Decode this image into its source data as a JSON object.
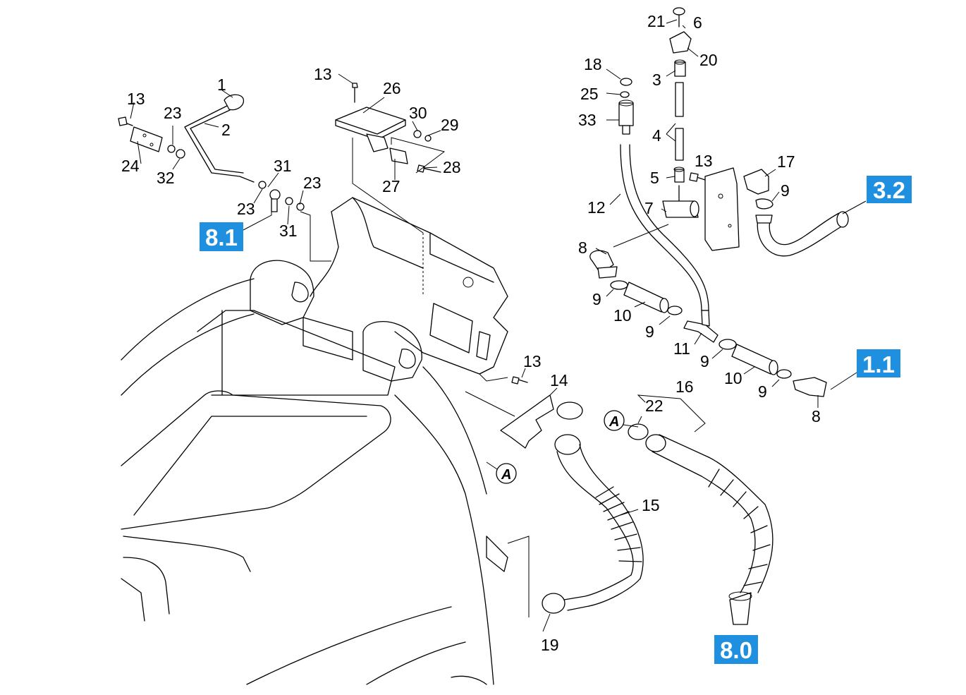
{
  "part_numbers": [
    "1",
    "2",
    "3",
    "4",
    "5",
    "6",
    "7",
    "8",
    "9",
    "10",
    "11",
    "12",
    "13",
    "14",
    "15",
    "16",
    "17",
    "18",
    "19",
    "20",
    "21",
    "22",
    "23",
    "24",
    "25",
    "26",
    "27",
    "28",
    "29",
    "30",
    "31",
    "32",
    "33"
  ],
  "labels": {
    "l1": "1",
    "l2": "2",
    "l13a": "13",
    "l23a": "23",
    "l24": "24",
    "l32": "32",
    "l31a": "31",
    "l23b": "23",
    "l23c": "23",
    "l31b": "31",
    "l13b": "13",
    "l26": "26",
    "l30": "30",
    "l29": "29",
    "l28": "28",
    "l27": "27",
    "l21": "21",
    "l6": "6",
    "l20": "20",
    "l3": "3",
    "l4": "4",
    "l5": "5",
    "l18": "18",
    "l25": "25",
    "l33": "33",
    "l12": "12",
    "l7": "7",
    "l13c": "13",
    "l17": "17",
    "l9a": "9",
    "l8a": "8",
    "l9b": "9",
    "l10a": "10",
    "l9c": "9",
    "l11": "11",
    "l9d": "9",
    "l10b": "10",
    "l9e": "9",
    "l8b": "8",
    "l13d": "13",
    "l14": "14",
    "l16": "16",
    "l22": "22",
    "l15": "15",
    "l19": "19"
  },
  "section_tags": {
    "t81": "8.1",
    "t32": "3.2",
    "t11": "1.1",
    "t80": "8.0"
  },
  "reference_markers": {
    "a1": "A",
    "a2": "A"
  },
  "colors": {
    "tag_background": "#1f8fe0",
    "tag_text": "#ffffff",
    "line": "#000000"
  }
}
